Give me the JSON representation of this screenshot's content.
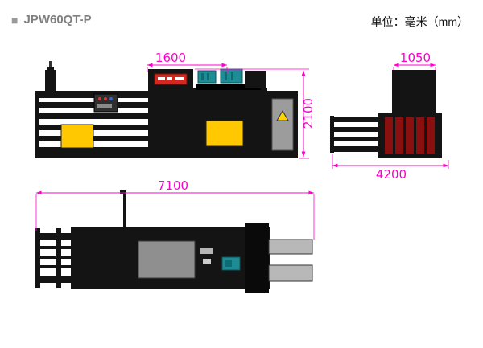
{
  "header": {
    "bullet": "■",
    "title": "JPW60QT-P",
    "unit_label": "单位：毫米（mm）"
  },
  "dimensions": {
    "side_top": "1600",
    "side_height": "2100",
    "end_top": "1050",
    "end_bottom": "4200",
    "plan_length": "7100"
  },
  "colors": {
    "dimension_text": "#ff00cc",
    "machine_black": "#141414",
    "safety_yellow": "#ffc800",
    "logo_red": "#d7261d",
    "bale_red": "#8a1010",
    "motor_teal": "#1e8c94",
    "door_gray": "#9c9c9c",
    "title_gray": "#7f7f7f"
  }
}
